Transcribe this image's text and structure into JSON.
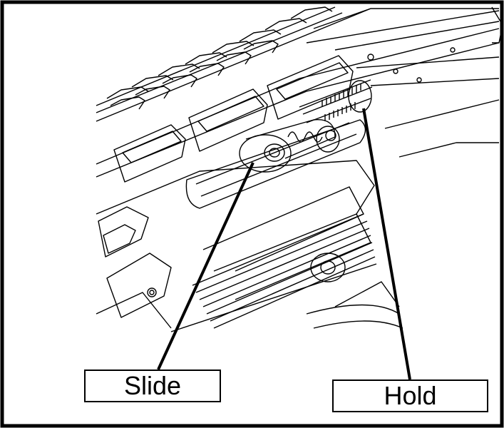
{
  "diagram": {
    "callouts": [
      {
        "id": "slide",
        "label": "Slide"
      },
      {
        "id": "hold",
        "label": "Hold"
      }
    ]
  },
  "colors": {
    "ink": "#000000",
    "paper": "#ffffff"
  }
}
